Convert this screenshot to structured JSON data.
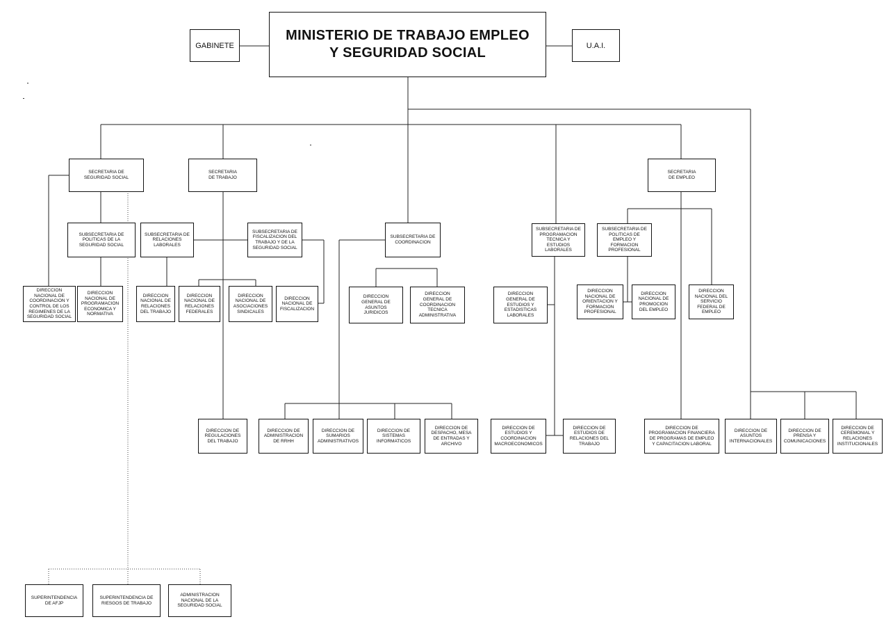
{
  "top": {
    "ministerio": "MINISTERIO DE TRABAJO EMPLEO\nY SEGURIDAD SOCIAL",
    "gabinete": "GABINETE",
    "uai": "U.A.I."
  },
  "secretarias": {
    "seguridad_social": "SECRETARIA DE\nSEGURIDAD SOCIAL",
    "trabajo": "SECRETARIA\nDE TRABAJO",
    "empleo": "SECRETARIA\nDE EMPLEO"
  },
  "subsecretarias": {
    "politicas_seguridad_social": "SUBSECRETARIA DE\nPOLITICAS DE LA\nSEGURIDAD SOCIAL",
    "relaciones_laborales": "SUBSECRETARIA DE\nRELACIONES\nLABORALES",
    "fiscalizacion": "SUBSECRETARIA DE\nFISCALIZACION DEL\nTRABAJO Y DE LA\nSEGURIDAD SOCIAL",
    "coordinacion": "SUBSECRETARIA DE\nCOORDINACION",
    "programacion_tecnica": "SUBSECRETARIA DE\nPROGRAMACION\nTECNICA Y\nESTUDIOS\nLABORALES",
    "politicas_empleo": "SUBSECRETARIA DE\nPOLITICAS DE\nEMPLEO Y\nFORMACION\nPROFESIONAL"
  },
  "direcciones": {
    "coordinacion_control": "DIRECCION\nNACIONAL DE\nCOORDINACION Y\nCONTROL DE LOS\nREGIMENES DE LA\nSEGURIDAD SOCIAL",
    "programacion_economica": "DIRECCION\nNACIONAL DE\nPROGRAMACION\nECONOMICA Y\nNORMATIVA",
    "relaciones_del_trabajo": "DIRECCION\nNACIONAL DE\nRELACIONES\nDEL TRABAJO",
    "relaciones_federales": "DIRECCION\nNACIONAL DE\nRELACIONES\nFEDERALES",
    "asociaciones_sindicales": "DIRECCION\nNACIONAL DE\nASOCIACIONES\nSINDICALES",
    "fiscalizacion": "DIRECCION\nNACIONAL DE\nFISCALIZACION",
    "asuntos_juridicos": "DIRECCION\nGENERAL DE\nASUNTOS\nJURIDICOS",
    "coordinacion_tecnica": "DIRECCION\nGENERAL DE\nCOORDINACION\nTECNICA\nADMINISTRATIVA",
    "estudios_estadisticas": "DIRECCION\nGENERAL DE\nESTUDIOS Y\nESTADISTICAS\nLABORALES",
    "orientacion_formacion": "DIRECCION\nNACIONAL DE\nORIENTACION Y\nFORMACION\nPROFESIONAL",
    "promocion_empleo": "DIRECCION\nNACIONAL DE\nPROMOCION\nDEL EMPLEO",
    "servicio_federal_empleo": "DIRECCION\nNACIONAL DEL\nSERVICIO\nFEDERAL DE\nEMPLEO",
    "regulaciones_trabajo": "DIRECCION DE\nREGULACIONES\nDEL TRABAJO",
    "administracion_rrhh": "DIRECCION DE\nADMINISTRACION\nDE RRHH",
    "sumarios_administrativos": "DIRECCION DE\nSUMARIOS\nADMINISTRATIVOS",
    "sistemas_informaticos": "DIRECCION DE\nSISTEMAS\nINFORMATICOS",
    "despacho_mesa": "DIRECCION DE\nDESPACHO, MESA\nDE ENTRADAS Y\nARCHIVO",
    "estudios_macroeconomicos": "DIRECCION DE\nESTUDIOS Y\nCOORDINACION\nMACROECONOMICOS",
    "estudios_relaciones_trabajo": "DIRECCION DE\nESTUDIOS DE\nRELACIONES DEL\nTRABAJO",
    "programacion_financiera": "DIRECCION DE\nPROGRAMACION FINANCIERA\nDE PROGRAMAS DE EMPLEO\nY CAPACITACION LABORAL",
    "asuntos_internacionales": "DIRECCION DE\nASUNTOS\nINTERNACIONALES",
    "prensa_comunicaciones": "DIRECCION DE\nPRENSA Y\nCOMUNICACIONES",
    "ceremonial": "DIRECCION DE\nCEREMONIAL Y\nRELACIONES\nINSTITUCIONALES"
  },
  "organismos": {
    "afjp": "SUPERINTENDENCIA\nDE AFJP",
    "riesgos_trabajo": "SUPERINTENDENCIA DE\nRIESGOS DE TRABAJO",
    "anses": "ADMINISTRACION\nNACIONAL DE LA\nSEGURIDAD SOCIAL"
  }
}
